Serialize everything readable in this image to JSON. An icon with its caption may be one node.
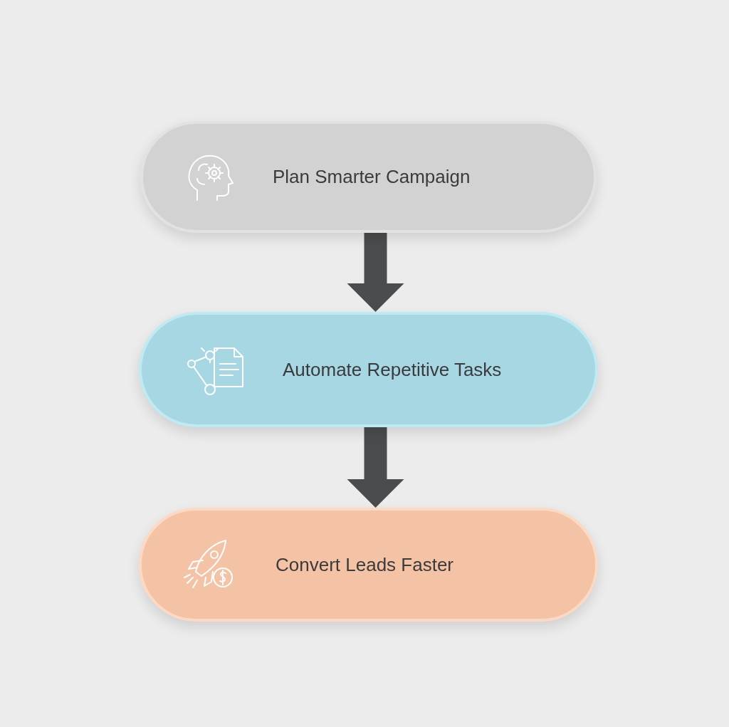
{
  "diagram": {
    "nodes": [
      {
        "text": [
          "Plan Smarter Campaign"
        ]
      },
      {
        "text": [
          "Automate Repetitive Tasks"
        ]
      },
      {
        "text": [
          "Convert Leads Faster"
        ]
      }
    ],
    "edges": [
      {
        "from": 0,
        "to": 1,
        "arrow": "to",
        "style": "thick"
      },
      {
        "from": 1,
        "to": 2,
        "arrow": "to",
        "style": "thick"
      }
    ]
  }
}
